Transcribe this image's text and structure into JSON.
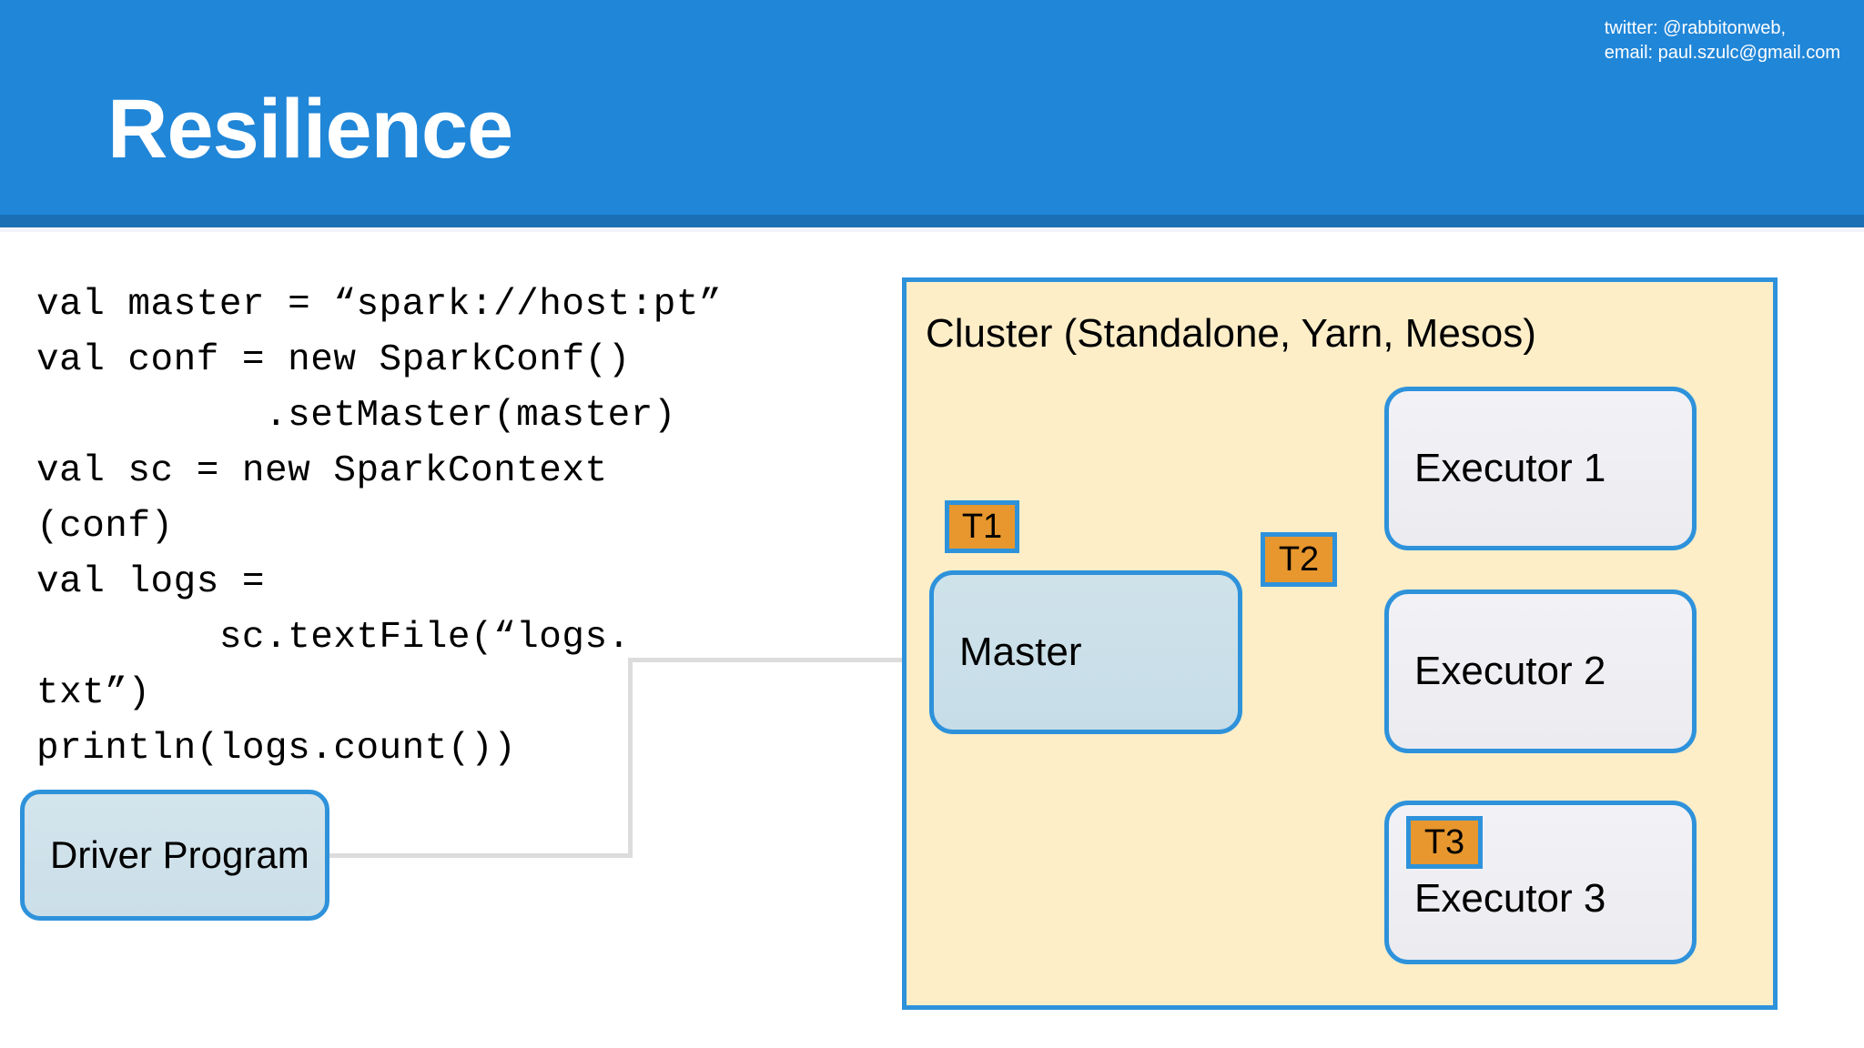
{
  "header": {
    "title": "Resilience",
    "contact": "twitter: @rabbitonweb,\nemail: paul.szulc@gmail.com",
    "bar_color": "#2086d8",
    "underline_color": "#1a6fb5"
  },
  "code": {
    "text": "val master = “spark://host:pt”\nval conf = new SparkConf()\n          .setMaster(master)\nval sc = new SparkContext\n(conf)\nval logs =\n        sc.textFile(“logs.\ntxt”)\nprintln(logs.count())"
  },
  "diagram": {
    "driver": {
      "label": "Driver Program",
      "fill": "#d3e4ec",
      "border": "#2e92db"
    },
    "cluster": {
      "title": "Cluster (Standalone, Yarn, Mesos)",
      "fill": "#fdeec8",
      "border": "#2e92db"
    },
    "master": {
      "label": "Master",
      "fill": "#cfe2ea",
      "border": "#2e92db"
    },
    "executors": [
      {
        "label": "Executor 1"
      },
      {
        "label": "Executor 2"
      },
      {
        "label": "Executor 3"
      }
    ],
    "tasks": [
      {
        "label": "T1"
      },
      {
        "label": "T2"
      },
      {
        "label": "T3"
      }
    ],
    "task_fill": "#e8972e",
    "connector_color": "#dcdcdc"
  }
}
